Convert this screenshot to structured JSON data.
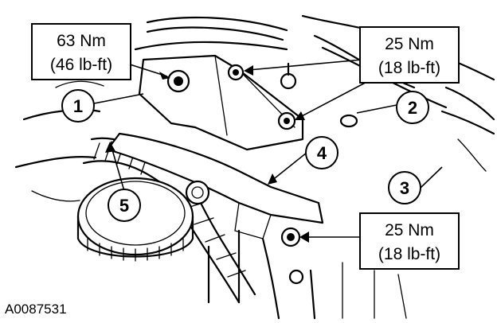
{
  "figure_id": "A0087531",
  "callouts": [
    {
      "number": "1"
    },
    {
      "number": "2"
    },
    {
      "number": "3"
    },
    {
      "number": "4"
    },
    {
      "number": "5"
    }
  ],
  "torque_labels": [
    {
      "nm": "63 Nm",
      "lbft": "(46 lb-ft)"
    },
    {
      "nm": "25 Nm",
      "lbft": "(18 lb-ft)"
    },
    {
      "nm": "25 Nm",
      "lbft": "(18 lb-ft)"
    }
  ],
  "colors": {
    "line": "#000000",
    "background": "#ffffff"
  }
}
